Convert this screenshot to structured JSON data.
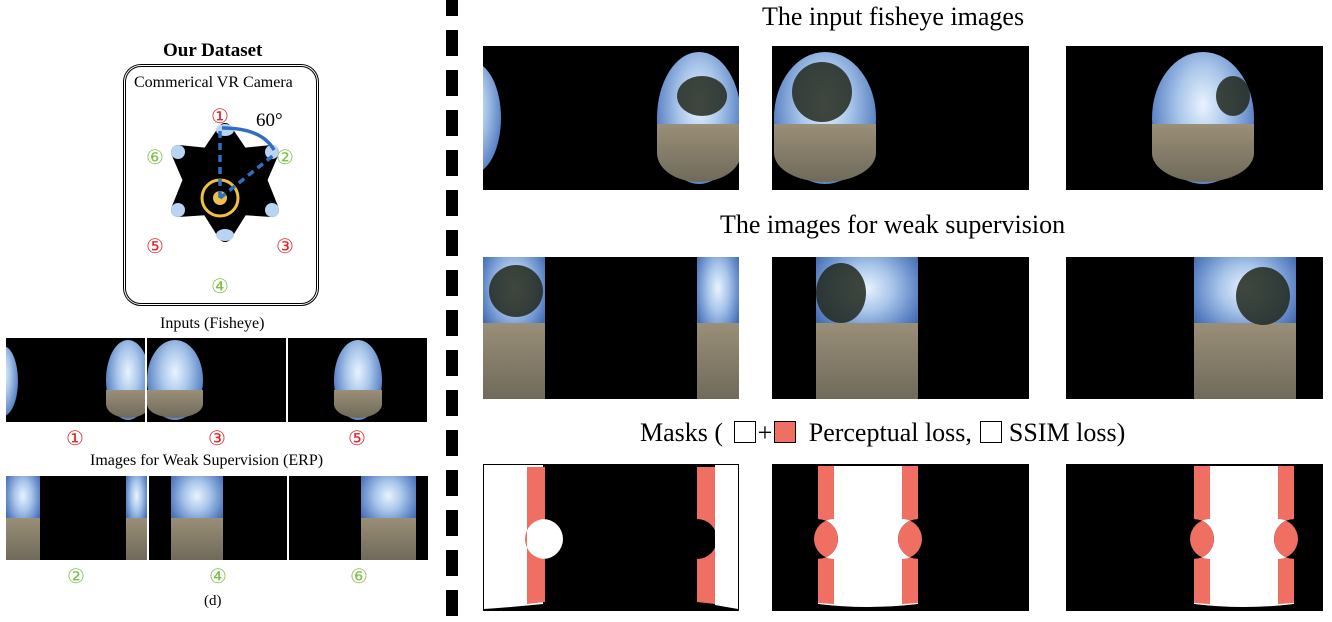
{
  "left": {
    "title": "Our Dataset",
    "camera_label": "Commerical VR Camera",
    "angle_label": "60°",
    "camera_numbers": {
      "n1": "①",
      "n2": "②",
      "n3": "③",
      "n4": "④",
      "n5": "⑤",
      "n6": "⑥"
    },
    "inputs_title": "Inputs (Fisheye)",
    "inputs_numbers": [
      "①",
      "③",
      "⑤"
    ],
    "weak_title": "Images for Weak Supervision (ERP)",
    "weak_numbers": [
      "②",
      "④",
      "⑥"
    ],
    "caption": "(d)"
  },
  "right": {
    "row1_title": "The input fisheye images",
    "row2_title": "The images for weak supervision",
    "row3_prefix": "Masks (",
    "row3_plus": "+",
    "row3_perceptual": "Perceptual loss,",
    "row3_ssim": "SSIM loss)"
  },
  "colors": {
    "mask_red": "#ef6f63",
    "green_numbers": "#7fc24a",
    "red_numbers": "#e3262b",
    "camera_lines": "#2f6fbf",
    "lens_ring": "#f0bf45"
  }
}
